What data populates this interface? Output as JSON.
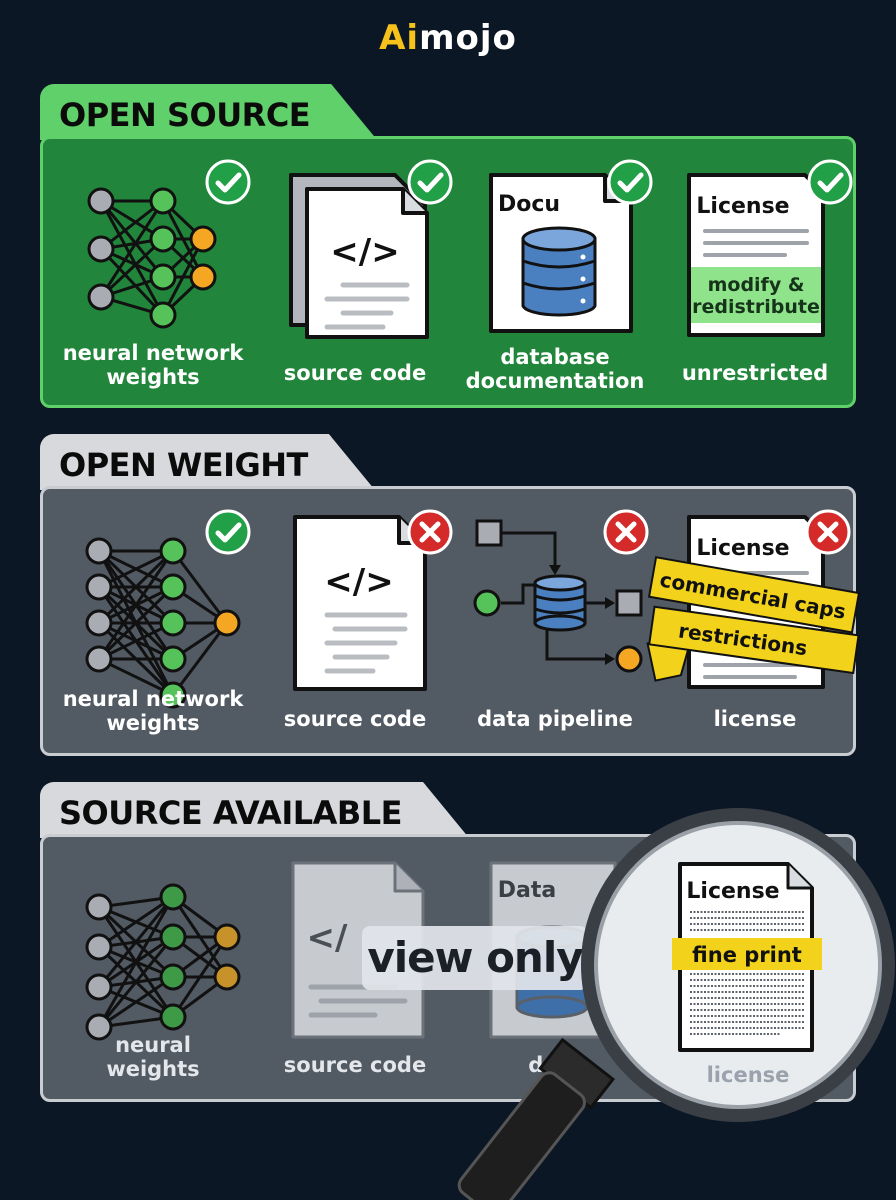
{
  "logo": {
    "ai": "Ai",
    "mojo": "mojo"
  },
  "sections": [
    {
      "title": "OPEN SOURCE",
      "items": [
        {
          "label": [
            "neural network",
            "weights"
          ],
          "status": "check"
        },
        {
          "label": [
            "source code"
          ],
          "icon_text": "</>",
          "status": "check"
        },
        {
          "label": [
            "database",
            "documentation"
          ],
          "icon_text": "Docu",
          "status": "check"
        },
        {
          "label": [
            "unrestricted"
          ],
          "icon_text": "License",
          "banner": [
            "modify &",
            "redistribute"
          ],
          "status": "check"
        }
      ]
    },
    {
      "title": "OPEN WEIGHT",
      "items": [
        {
          "label": [
            "neural network",
            "weights"
          ],
          "status": "check"
        },
        {
          "label": [
            "source code"
          ],
          "icon_text": "</>",
          "status": "cross"
        },
        {
          "label": [
            "data pipeline"
          ],
          "status": "cross"
        },
        {
          "label": [
            "license"
          ],
          "icon_text": "License",
          "tapes": [
            "commercial caps",
            "restrictions"
          ],
          "status": "cross"
        }
      ]
    },
    {
      "title": "SOURCE AVAILABLE",
      "items": [
        {
          "label": [
            "neural",
            "weights"
          ]
        },
        {
          "label": [
            "source code"
          ],
          "icon_text": "</"
        },
        {
          "label": [
            "data"
          ],
          "icon_text": "Data"
        },
        {
          "label": [
            "license"
          ],
          "icon_text": "License",
          "banner": [
            "fine print"
          ]
        }
      ],
      "overlay": "view only"
    }
  ],
  "colors": {
    "background": "#0c1726",
    "open_source_panel": "#21863b",
    "open_source_tab": "#5fd06a",
    "gray_panel": "#525a63",
    "gray_tab": "#d7d9dc",
    "check": "#21a047",
    "cross": "#d42a2a",
    "node_green": "#56c25a",
    "node_orange": "#f5a623",
    "db_blue": "#4a7fc0",
    "highlight_yellow": "#f2d21a"
  },
  "icons": [
    "neural-network-icon",
    "source-code-document-icon",
    "database-document-icon",
    "license-document-icon",
    "data-pipeline-icon",
    "check-icon",
    "cross-icon",
    "magnifying-glass-icon",
    "caution-tape-icon"
  ]
}
